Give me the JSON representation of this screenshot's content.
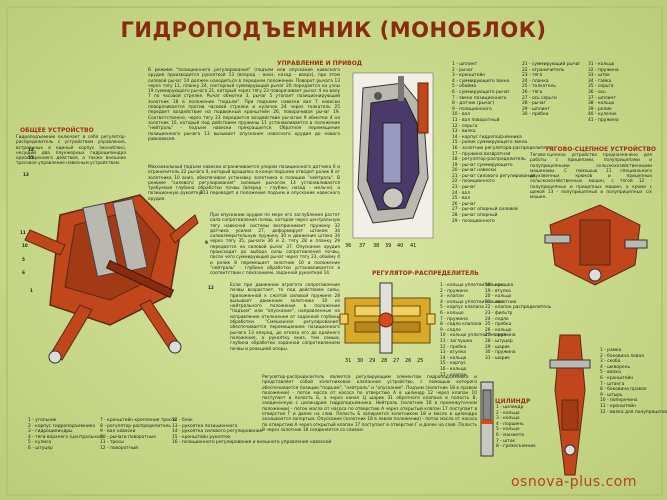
{
  "title": "ГИДРОПОДЪЕМНИК (МОНОБЛОК)",
  "footer": "osnova-plus.com",
  "sections": {
    "general": "ОБЩЕЕ УСТРОЙСТВО",
    "control": "УПРАВЛЕНИЕ И ПРИВОД",
    "regulator": "РЕГУЛЯТОР-РАСПРЕДЕЛИТЕЛЬ",
    "hitch": "ТЯГОВО-СЦЕПНОЕ УСТРОЙСТВО",
    "cylinder": "ЦИЛИНДР"
  },
  "texts": {
    "general": "Гидроподъемник включает в себя регулятор-распределитель с устройством управления, встроенные в единый корпус (моноблок), несущий два плунжерных гидроцилиндра одностороннего действия, а также внешние тросовое управление навесным устройством.",
    "control": "В режиме \"позиционного регулирования\" (подъем или опускание навесного орудия производится рукояткой 13 (вперед - вниз, назад - вверх), при этом силовой рычаг 14 должен находиться в переднем положении. Поворот рычага 13 через тягу 11, планку 24, секторный суммирующий рычаг 20 передается на узлы 19 суммирующего рычага 21, который через тягу 23 поворачивает рычаг 4 на валу 7 по часовой стрелке. Рычаг обмотки 3, рычаг 5 утопает позиционирующий золотник 18 в положение \"подъем\". При подъеме навески вал 7 навески поворачивается против часовой стрелки и кулачок 24 через толкатель 25 передает воздействие на подвижный кронштейн 26, поворачивая рычаг 19. Соответственно, через тягу 23 передается воздействие рычагам 9 обмотки 4 на золотник 10, который под действием пружины 11 устанавливается в положение \"нейтраль\" - подъем навески прекращается. Обратное перемещение позиционного рычага 13 вызывает опускание навесного орудия до нового равновесия.",
    "control2": "Максимальный подъем навески ограничивается упором позиционного датчика 6 и ограничитель 22 рычага 4, который вращаясь в конце подъема отводит ролик 8 от золотника 10 вниз, обеспечивая установку золотника в позицию \"нейтраль\". В режиме \"силового регулирования\" силовым рычагом 14 устанавливается требуемая глубина обработки почвы (вперед - глубже, назад - мельче), а позиционную рукоятку 13 переводят в положение подъем и опускание навесного орудия.",
    "control3": "При опускании орудия по мере его заглубления растет сила сопротивления почвы, которая через центральную тягу навесной системы воспринимает пружину 32 датчика усилия 27, деформирует штоком 34 силоизмерительную пружину 30 и движение штока 34 через тягу 35, рычаги 36 и 2, тягу 28 и планку 29 передается на силовой рычаг 37. Опускание орудия происходит до выбора силы сопротивления почвы, после чего суммирующий рычаг через тягу 23, обойму 4 и ролик 8 перемещает золотник 10 в положение \"нейтраль\" - глубина обработки устанавливается в соответствии с показанием, заданной рукояткой 14.",
    "control4": "Если при движении агрегата сопротивление почвы возрастает, то под действием силы, приложенной к сжатой силовой пружине 28 вызывает движение золотника 10 из нейтрального положения в положение \"подъем\" или \"опускание\", направленные на исправление отклонения от заданной глубины обработки. \"Смешанное регулирование\" обеспечивается перемещением позиционного рычага 13 вперед, до отказа его до крайнего положения, а рукоятку вниз, тем самым, глубина обработки заданной сопротивлением почвы и реакцией опоры.",
    "regulator": "Регулятор-распределитель является регулирующим элементом гидроподъемника и представляет собой золотниковое клапанное устройство, с помощью которого обеспечивается позиции \"подъем\", \"нейтраль\" и \"опускание\". Подъем (золотник 18 в правом положении) - поток масла от насоса по отверстию А в цилиндр 12 через клапан 10 поступает в полость Б, а через канал Ц шарик 31 обратного клапана в полость В, соединенную с цилиндром гидроподъемника. Нейтраль (золотник 18 в промежуточном положении) - поток масла от насоса по отверстию А через открытый клапан 17 поступает в отверстие Г и далее на слив. Полость Б запирается золотником 18 и масло в цилиндре оказывается запертым. Опускание (золотник 18 в левом положении) - поток масла от насоса по отверстию А через открытый клапан 17 поступает в отверстие Г и далее на слив. Полость В через золотник 18 соединяется со сливом.",
    "hitch": "Тягово-сцепное устройство предназначено для работы с прицепами, полуприцепами и полуприцепными сельскохозяйственными машинами. С помощью 11 специального двухзвенных крюков и прицепных сельскохозяйственных машин, с тягой 12 - полуприцепных и прицепных машин, а кроме с щекой 13 - полуприцепных и полуприцепных с/х машин."
  },
  "legend_general": [
    "1 - угольник",
    "2 - корпус гидроподъемника",
    "3 - гидроцилиндры",
    "4 - тяги верхнего (центральная)",
    "5 - кулиса",
    "6 - штуцер",
    "7 - кронштейн крепления тросов",
    "8 - регулятор-распределитель",
    "9 - вал навески",
    "10 - рычаги поворотные",
    "11 - тросы",
    "12 - поворотный",
    "12 - блок",
    "13 - рукоятка позиционного",
    "14 - рукоятка силового регулирования",
    "15 - кронштейн рукояток",
    "16 - позиционного регулирования и внешнего управления навеской"
  ],
  "legend_control": [
    "1 - шплинт",
    "2 - рычаг",
    "3 - кронштейн",
    "4 - суммирующего звена",
    "5 - обойма",
    "6 - суммирующего рычаг",
    "7 - звено позиционного",
    "8 - датчик (рычаг)",
    "9 - позиционного",
    "10 - вал",
    "11 - вал поворотный",
    "12 - серьга",
    "13 - вилка",
    "14 - корпус гидроподъемника",
    "15 - ролик суммирующего звена",
    "16 - золотник регулятора-распределителя",
    "17 - пружина возвратная",
    "18 - регулятор-распределитель",
    "19 - рычаг суммирующего",
    "20 - рычаг навески",
    "21 - рычаг силового регулирования",
    "22 - позиционного",
    "23 - рычаг",
    "24 - вал",
    "25 - вал",
    "26 - рычаг",
    "27 - рычаг опорный силовой",
    "28 - рычаг опорный",
    "29 - позиционного"
  ],
  "legend_control_b": [
    "21 - суммирующий рычаг",
    "22 - ограничитель",
    "23 - тяга",
    "24 - планка",
    "25 - толкатель",
    "26 - тяга",
    "27 - ось серьги",
    "28 - рычаг",
    "29 - шплинт",
    "30 - пробка",
    "31 - кольцо",
    "32 - пружина",
    "33 - шток",
    "34 - гайка",
    "35 - серьга",
    "36 - ось",
    "37 - шплинт",
    "38 - кольцо",
    "39 - ролик",
    "40 - кулачок",
    "41 - пружина"
  ],
  "legend_regulator": [
    "1 - кольцо уплотнительное",
    "2 - пружина",
    "3 - клапан",
    "4 - кольцо уплотнительное",
    "5 - корпус клапана",
    "6 - кольцо",
    "7 - пружина",
    "8 - седло клапана",
    "9 - седло",
    "10 - кольцо уплотнительное",
    "11 - заглушка",
    "12 - пробка",
    "13 - втулка",
    "14 - кольцо",
    "15 - корпус",
    "16 - кольцо",
    "17 - клапан"
  ],
  "legend_regulator_b": [
    "18 - крышка",
    "19 - втулка",
    "20 - кольцо",
    "21 - золотник",
    "22 - клапан распределитель",
    "23 - фильтр",
    "24 - седло",
    "25 - пробка",
    "26 - кольцо",
    "27 - пружина",
    "28 - штуцер",
    "29 - шарик",
    "30 - пружина",
    "31 - шарик"
  ],
  "legend_cylinder": [
    "1 - цилиндр",
    "2 - кольцо",
    "3 - кольцо",
    "4 - поршень",
    "5 - кольцо",
    "6 - манжета",
    "7 - шток",
    "8 - грязесъемник"
  ],
  "legend_hitch": [
    "1 - рамка",
    "2 - боковина левая",
    "3 - скоба",
    "4 - шкворень",
    "5 - вилка",
    "6 - кронштейн",
    "7 - штанга",
    "8 - боковина правая",
    "9 - штырь",
    "10 - поперечина",
    "11 - кронштейн",
    "12 - вилка для полуприцепов"
  ],
  "colors": {
    "accent": "#8a2a10",
    "part_red": "#c2461c",
    "part_dark": "#5a2a14",
    "steel": "#b9b9b2"
  }
}
